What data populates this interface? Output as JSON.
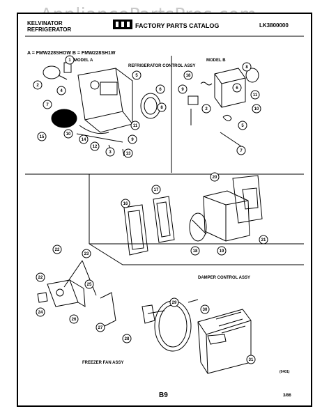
{
  "watermark": "AppliancePartsPros.com",
  "header": {
    "brand_line1": "KELVINATOR",
    "brand_line2": "REFRIGERATOR",
    "catalog_title": "FACTORY PARTS CATALOG",
    "doc_number": "LK3800000",
    "models_line": "A = FMW228SHOW    B = FMW228SH1W"
  },
  "sections": {
    "model_a": "MODEL A",
    "refrigerator_control": "REFRIGERATOR CONTROL ASSY",
    "model_b": "MODEL B",
    "damper_control": "DAMPER CONTROL ASSY",
    "freezer_fan": "FREEZER FAN ASSY"
  },
  "callouts": {
    "model_a": [
      "1",
      "2",
      "3",
      "4",
      "5",
      "6",
      "7",
      "8",
      "9",
      "10",
      "11",
      "12",
      "13",
      "14",
      "15"
    ],
    "model_b": [
      "18",
      "9",
      "2",
      "7",
      "8",
      "5",
      "10",
      "11",
      "6"
    ],
    "damper": [
      "16",
      "17",
      "20",
      "21",
      "18",
      "19"
    ],
    "fan": [
      "22",
      "23",
      "22",
      "24",
      "25",
      "26",
      "27",
      "28",
      "29",
      "30",
      "31"
    ]
  },
  "footer": {
    "page_code": "B9",
    "date": "3/86",
    "small_code": "(0401)"
  }
}
